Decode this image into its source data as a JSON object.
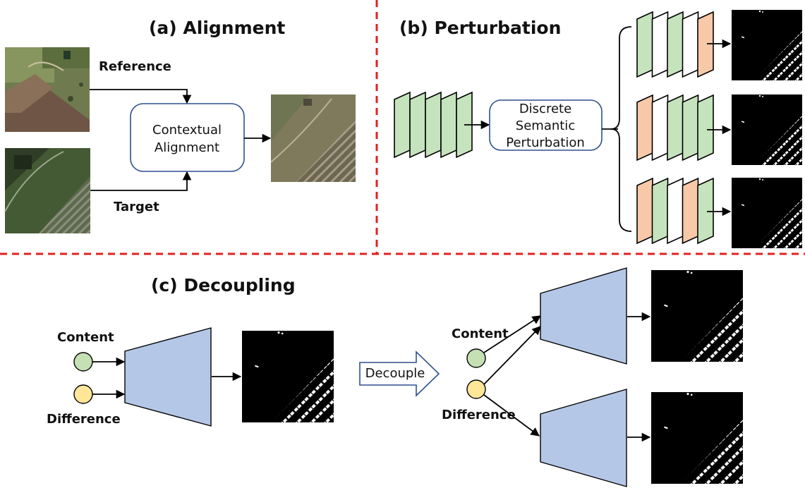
{
  "colors": {
    "divider": "#e32020",
    "feature_green": "#c5e3bd",
    "feature_orange": "#f7c9a8",
    "feature_white": "#ffffff",
    "network_blue": "#b4c7e7",
    "content_circle": "#c5e0b3",
    "difference_circle": "#ffe699",
    "box_border": "#2f4f8f",
    "mask_bg": "#000000",
    "mask_fg": "#ffffff"
  },
  "panel_a": {
    "title": "(a) Alignment",
    "reference_label": "Reference",
    "target_label": "Target",
    "box_line1": "Contextual",
    "box_line2": "Alignment",
    "images": [
      "reference-satellite-image",
      "target-satellite-image",
      "aligned-satellite-image"
    ]
  },
  "panel_b": {
    "title": "(b) Perturbation",
    "box_line1": "Discrete",
    "box_line2": "Semantic",
    "box_line3": "Perturbation",
    "input_stack": [
      "green",
      "green",
      "green",
      "green",
      "green"
    ],
    "output_stacks": [
      [
        "green",
        "white",
        "green",
        "white",
        "orange"
      ],
      [
        "orange",
        "white",
        "green",
        "green",
        "green"
      ],
      [
        "orange",
        "green",
        "white",
        "orange",
        "green"
      ]
    ]
  },
  "panel_c": {
    "title": "(c) Decoupling",
    "content_label": "Content",
    "difference_label": "Difference",
    "decouple_label": "Decouple",
    "content_label_right": "Content",
    "difference_label_right": "Difference"
  }
}
